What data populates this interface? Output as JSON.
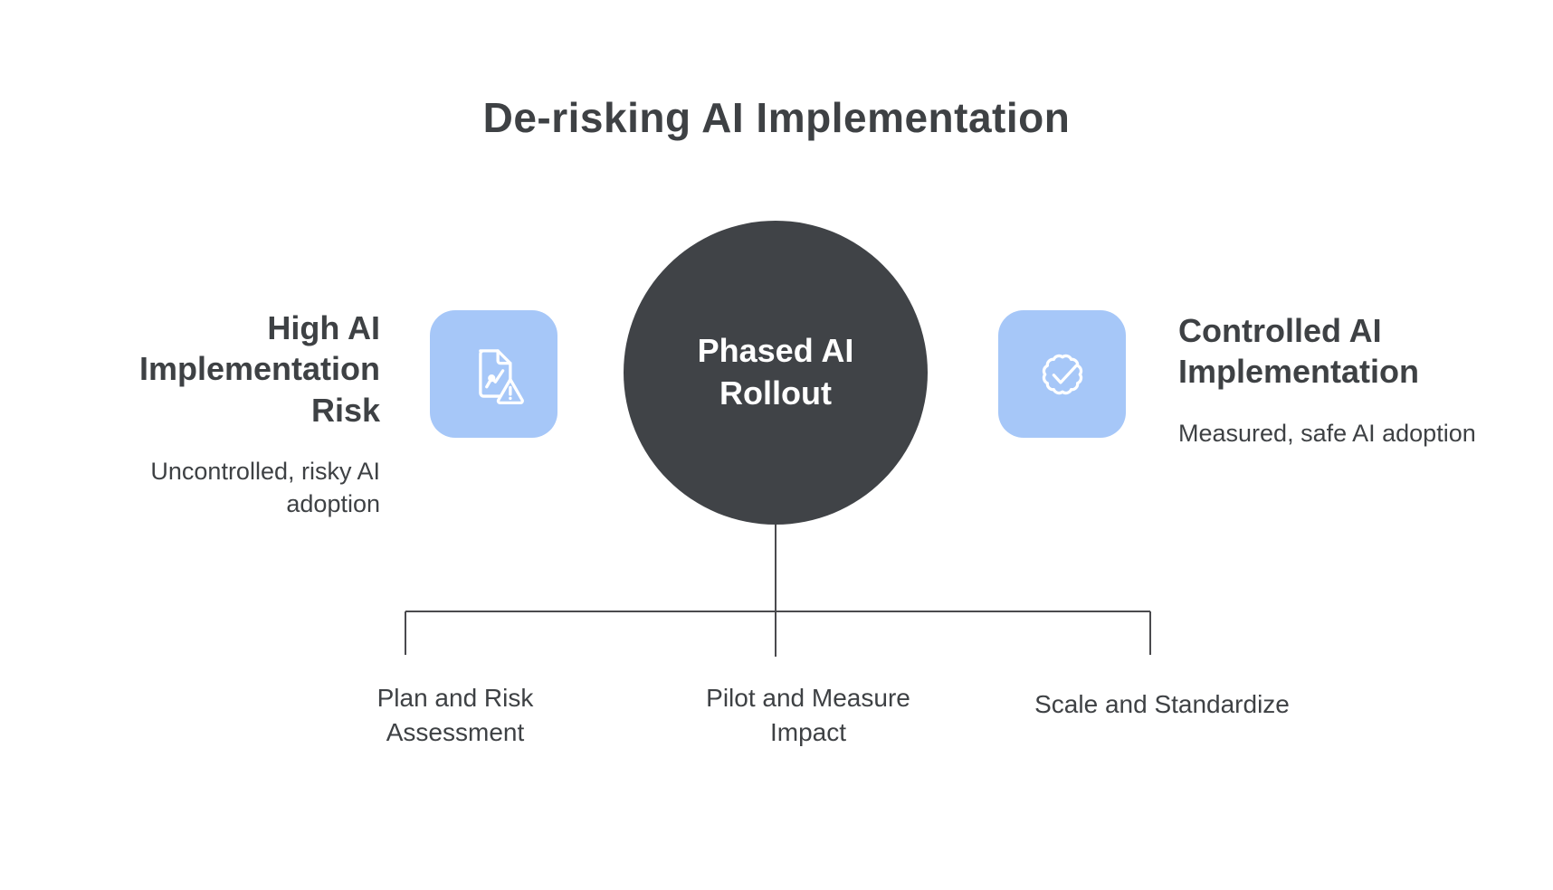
{
  "title": "De-risking AI Implementation",
  "left": {
    "heading": "High AI Implementation Risk",
    "subtitle": "Uncontrolled, risky AI adoption",
    "icon": "document-risk-chart-warning-icon"
  },
  "center": {
    "label": "Phased AI Rollout"
  },
  "right": {
    "heading": "Controlled AI Implementation",
    "subtitle": "Measured, safe AI adoption",
    "icon": "verified-seal-check-icon"
  },
  "phases": [
    {
      "label": "Plan and Risk Assessment"
    },
    {
      "label": "Pilot and Measure Impact"
    },
    {
      "label": "Scale and Standardize"
    }
  ],
  "colors": {
    "heading_text": "#3e4144",
    "circle_fill": "#404347",
    "circle_text": "#ffffff",
    "icon_background": "#a6c7f8",
    "icon_stroke": "#ffffff",
    "connector_line": "#4a4a4e",
    "background": "#ffffff"
  }
}
